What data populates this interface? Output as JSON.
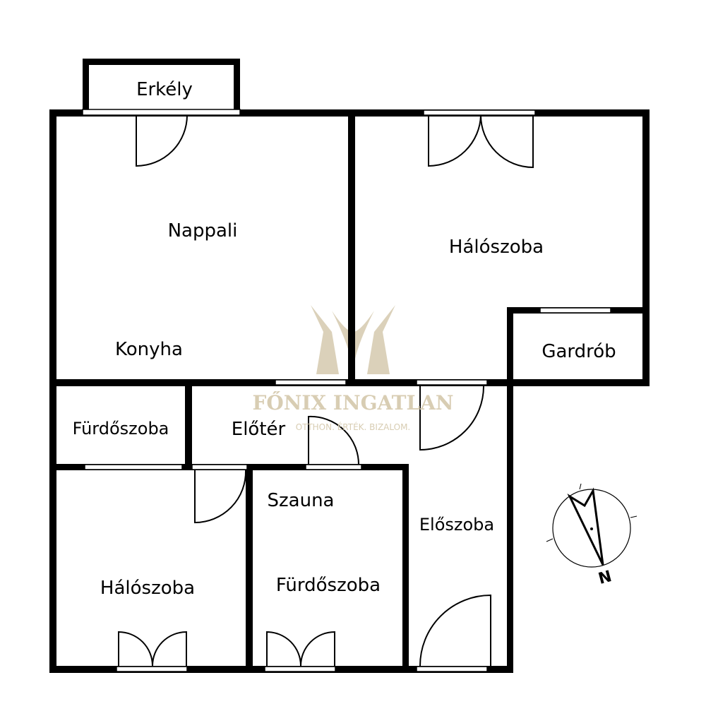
{
  "rooms": {
    "erkely": "Erkély",
    "nappali": "Nappali",
    "konyha": "Konyha",
    "haloszoba_top": "Hálószoba",
    "gardrob": "Gardrób",
    "furdoszoba_small": "Fürdőszoba",
    "eloter": "Előtér",
    "szauna": "Szauna",
    "haloszoba_bottom": "Hálószoba",
    "furdoszoba_big": "Fürdőszoba",
    "eloszoba": "Előszoba"
  },
  "watermark": {
    "brand": "FŐNIX INGATLAN",
    "tagline": "OTTHON. ÉRTÉK. BIZALOM.",
    "color": "#d8cdb3"
  },
  "compass": {
    "north_label": "N"
  }
}
